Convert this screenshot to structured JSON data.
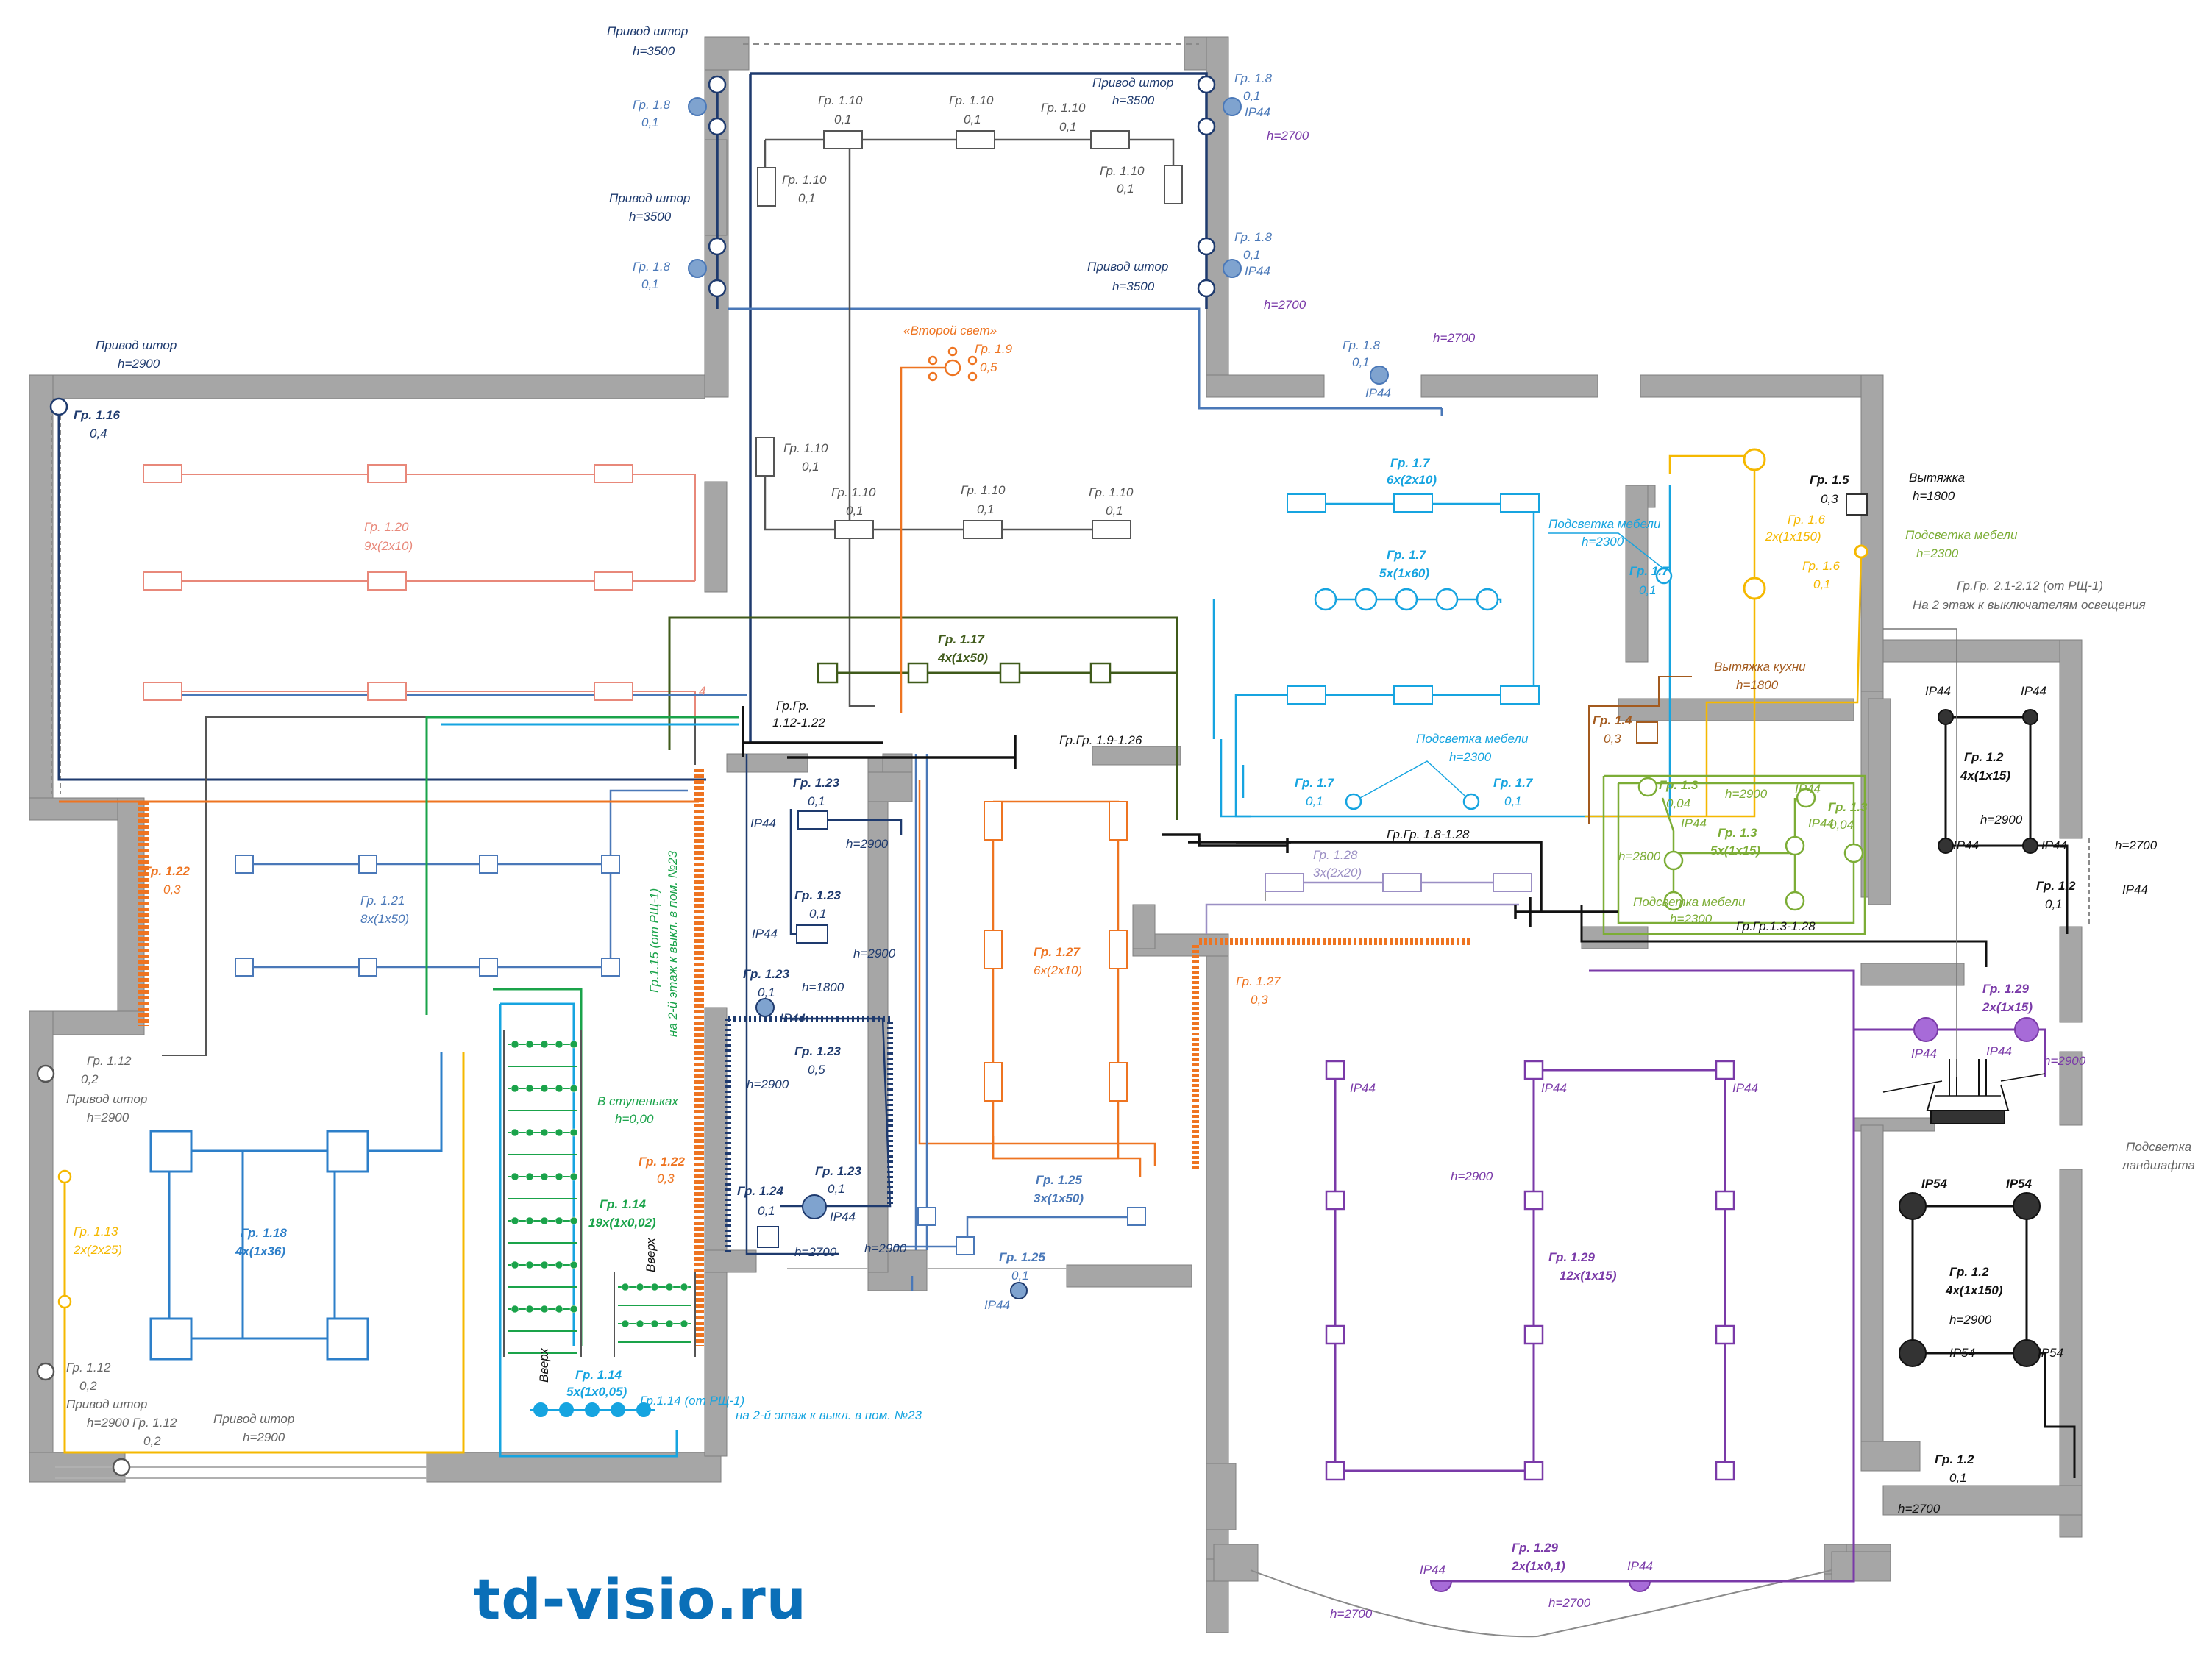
{
  "colors": {
    "wall": "#a6a6a6",
    "navy": "#1e3a6e",
    "blue": "#4a78b8",
    "cyan": "#16a4e0",
    "orange": "#ee7421",
    "salmon": "#e8887a",
    "olive": "#3f5a1a",
    "lime": "#7cad36",
    "yellow": "#f5b800",
    "green": "#1aa34a",
    "purple": "#7a3aa8",
    "lavender": "#9b8fc4",
    "gray": "#555555",
    "black": "#111111",
    "brown": "#a35a1e"
  },
  "watermark": "td-visio.ru",
  "labels": {
    "privod_tl1": "Привод штор",
    "privod_tl1_h": "h=3500",
    "privod_tr1": "Привод штор",
    "privod_tr1_h": "h=3500",
    "privod_tl2": "Привод штор",
    "privod_tl2_h": "h=3500",
    "privod_tr2": "Привод штор",
    "privod_tr2_h": "h=3500",
    "privod_left": "Привод штор",
    "privod_left_h": "h=2900",
    "g18_a": "Гр. 1.8",
    "g18_a_v": "0,1",
    "g18_b": "Гр. 1.8",
    "g18_b_v": "0,1",
    "g18_c": "Гр. 1.8",
    "g18_c_v": "0,1",
    "g18_c_ip": "IP44",
    "g18_c_h": "h=2700",
    "g18_d": "Гр. 1.8",
    "g18_d_v": "0,1",
    "g18_d_ip": "IP44",
    "g18_d_h": "h=2700",
    "g18_e": "Гр. 1.8",
    "g18_e_v": "0,1",
    "g18_e_h": "h=2700",
    "g18_e_ip": "IP44",
    "g110_1": "Гр. 1.10",
    "g110_1_v": "0,1",
    "g110_2": "Гр. 1.10",
    "g110_2_v": "0,1",
    "g110_3": "Гр. 1.10",
    "g110_3_v": "0,1",
    "g110_4": "Гр. 1.10",
    "g110_4_v": "0,1",
    "g110_5": "Гр. 1.10",
    "g110_5_v": "0,1",
    "g110_6": "Гр. 1.10",
    "g110_6_v": "0,1",
    "g110_7": "Гр. 1.10",
    "g110_7_v": "0,1",
    "g110_8": "Гр. 1.10",
    "g110_8_v": "0,1",
    "g110_9": "Гр. 1.10",
    "g110_9_v": "0,1",
    "vtoroy": "«Второй свет»",
    "g19": "Гр. 1.9",
    "g19_v": "0,5",
    "g116": "Гр. 1.16",
    "g116_v": "0,4",
    "g120": "Гр. 1.20",
    "g120_v": "9х(2х10)",
    "g117": "Гр. 1.17",
    "g117_v": "4х(1х50)",
    "grgr_a": "Гр.Гр.",
    "grgr_a2": "1.12-1.22",
    "grgr_b": "Гр.Гр. 1.9-1.26",
    "grgr_c": "Гр.Гр. 1.8-1.28",
    "grgr_d": "Гр.Гр.1.3-1.28",
    "g17_a": "Гр. 1.7",
    "g17_a_v": "6х(2х10)",
    "g17_b": "Гр. 1.7",
    "g17_b_v": "5х(1х60)",
    "g17_c": "Гр. 1.7",
    "g17_c_v": "0,1",
    "g17_d": "Гр. 1.7",
    "g17_d_v": "0,1",
    "g17_e": "Гр. 1.7",
    "g17_e_v": "0,1",
    "podsv_mebeli_1": "Подсветка мебели",
    "podsv_mebeli_1_h": "h=2300",
    "podsv_mebeli_2": "Подсветка мебели",
    "podsv_mebeli_2_h": "h=2300",
    "podsv_mebeli_3": "Подсветка мебели",
    "podsv_mebeli_3_h": "h=2300",
    "podsv_mebeli_4": "Подсветка мебели",
    "podsv_mebeli_4_h": "h=2300",
    "g15": "Гр. 1.5",
    "g15_v": "0,3",
    "vytyazhka": "Вытяжка",
    "vytyazhka_h": "h=1800",
    "g16_a": "Гр. 1.6",
    "g16_a_v": "2х(1х150)",
    "g16_b": "Гр. 1.6",
    "g16_b_v": "0,1",
    "grgr_2": "Гр.Гр. 2.1-2.12 (от РЩ-1)",
    "grgr_2b": "На 2 этаж к выключателям освещения",
    "vytyazhka_kuhni": "Вытяжка кухни",
    "vytyazhka_kuhni_h": "h=1800",
    "g14": "Гр. 1.4",
    "g14_v": "0,3",
    "g13_a": "Гр. 1.3",
    "g13_a_v": "0,04",
    "g13_b": "Гр. 1.3",
    "g13_b_v": "5х(1х15)",
    "g13_c": "Гр. 1.3",
    "g13_c_v": "0,04",
    "h2900_k": "h=2900",
    "h2800_k": "h=2800",
    "ip44_k1": "IP44",
    "ip44_k2": "IP44",
    "ip44_k3": "IP44",
    "g12_a": "Гр. 1.2",
    "g12_a_v": "4х(1х15)",
    "g12_a_h": "h=2900",
    "ip44_a1": "IP44",
    "ip44_a2": "IP44",
    "ip44_a3": "IP44",
    "ip44_a4": "IP44",
    "g12_b": "Гр. 1.2",
    "g12_b_v": "0,1",
    "g12_b_h": "h=2700",
    "g12_b_ip": "IP44",
    "g129_a": "Гр. 1.29",
    "g129_a_v": "2х(1х15)",
    "ip44_p1": "IP44",
    "ip44_p2": "IP44",
    "h2900_p": "h=2900",
    "podsv_land": "Подсветка",
    "podsv_land2": "ландшафта",
    "ip54_1": "IP54",
    "ip54_2": "IP54",
    "ip54_3": "IP54",
    "ip54_4": "IP54",
    "g12_c": "Гр. 1.2",
    "g12_c_v": "4х(1х150)",
    "g12_c_h": "h=2900",
    "g12_d": "Гр. 1.2",
    "g12_d_v": "0,1",
    "g12_d_h": "h=2700",
    "g128": "Гр. 1.28",
    "g128_v": "3х(2х20)",
    "g127_a": "Гр. 1.27",
    "g127_a_v": "6х(2х10)",
    "g127_b": "Гр. 1.27",
    "g127_b_v": "0,3",
    "g123_a": "Гр. 1.23",
    "g123_a_v": "0,1",
    "g123_a_ip": "IP44",
    "g123_a_h": "h=2900",
    "g123_b": "Гр. 1.23",
    "g123_b_v": "0,1",
    "g123_b_ip": "IP44",
    "g123_b_h": "h=2900",
    "g123_c": "Гр. 1.23",
    "g123_c_v": "0,1",
    "g123_c_h": "h=1800",
    "g123_c_ip": "IP44",
    "g123_d": "Гр. 1.23",
    "g123_d_v": "0,5",
    "g123_d_h": "h=2900",
    "g123_e": "Гр. 1.23",
    "g123_e_v": "0,1",
    "g123_e_ip": "IP44",
    "g123_e_h": "h=2900",
    "g124": "Гр. 1.24",
    "g124_v": "0,1",
    "g124_h": "h=2700",
    "g125_a": "Гр. 1.25",
    "g125_a_v": "3х(1х50)",
    "g125_b": "Гр. 1.25",
    "g125_b_v": "0,1",
    "g125_b_ip": "IP44",
    "g122_a": "Гр. 1.22",
    "g122_a_v": "0,3",
    "g122_b": "Гр. 1.22",
    "g122_b_v": "0,3",
    "g121": "Гр. 1.21",
    "g121_v": "8х(1х50)",
    "g115": "Гр.1.15 (от РЩ-1)",
    "g115b": "на 2-й этаж к выкл. в пом. №23",
    "v_stup": "В ступеньках",
    "v_stup_h": "h=0,00",
    "g114_a": "Гр. 1.14",
    "g114_a_v": "19х(1х0,02)",
    "g114_b": "Гр. 1.14",
    "g114_b_v": "5х(1х0,05)",
    "g114_c": "Гр.1.14 (от РЩ-1)",
    "g114_cb": "на 2-й этаж к выкл. в пом. №23",
    "vverh_1": "Вверх",
    "vverh_2": "Вверх",
    "g112_a": "Гр. 1.12",
    "g112_a_v": "0,2",
    "privod_112a": "Привод штор",
    "privod_112a_h": "h=2900",
    "g112_b": "Гр. 1.12",
    "g112_b_v": "0,2",
    "privod_112b": "Привод штор",
    "privod_112b_h": "h=2900",
    "g112_c": "Гр. 1.12",
    "g112_c_v": "0,2",
    "privod_112c": "Привод штор",
    "privod_112c_h": "h=2900",
    "g113": "Гр. 1.13",
    "g113_v": "2х(2х25)",
    "g118": "Гр. 1.18",
    "g118_v": "4х(1х36)",
    "g129_b": "Гр. 1.29",
    "g129_b_v": "12х(1х15)",
    "g129_b_h": "h=2900",
    "g129_c": "Гр. 1.29",
    "g129_c_v": "2х(1х0,1)",
    "ip44_hall": "IP44",
    "h2700_b1": "h=2700",
    "h2700_b2": "h=2700",
    "ip44_b1": "IP44",
    "ip44_b2": "IP44",
    "num4": "4"
  }
}
